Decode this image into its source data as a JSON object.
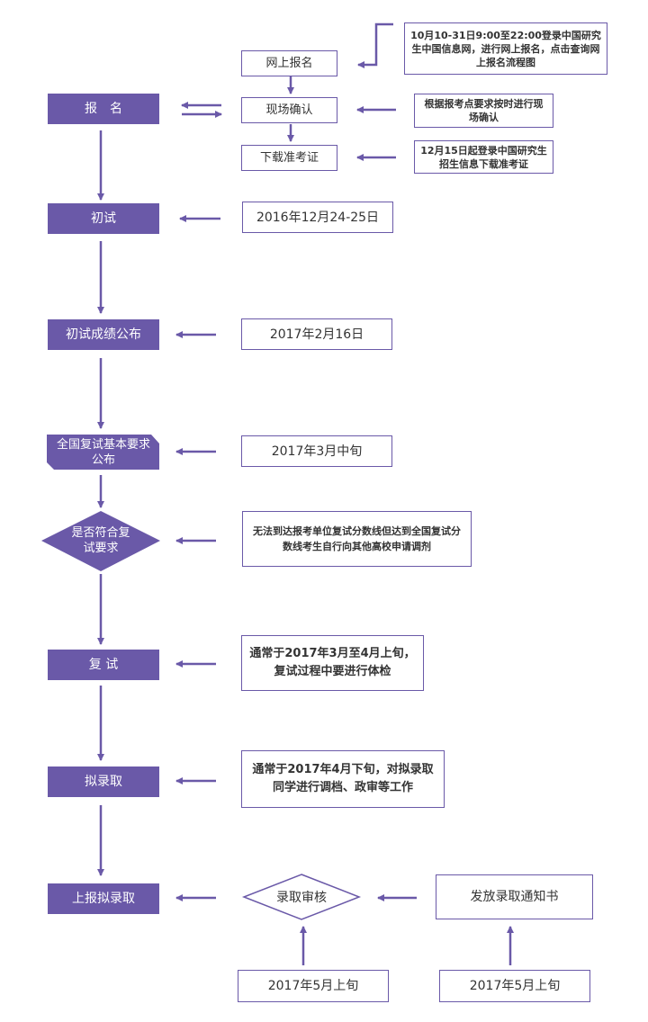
{
  "colors": {
    "main": "#6a59a8",
    "border": "#6a59a8",
    "text": "#333333"
  },
  "main_steps": {
    "registration": "报　名",
    "first_exam": "初试",
    "first_results": "初试成绩公布",
    "retest_requirements": "全国复试基本要求公布",
    "eligibility": "是否符合复试要求",
    "retest": "复 试",
    "pre_admission": "拟录取",
    "report_admission": "上报拟录取"
  },
  "registration_steps": {
    "online": "网上报名",
    "onsite": "现场确认",
    "ticket": "下载准考证"
  },
  "notes": {
    "online": "10月10-31日9:00至22:00登录中国研究生中国信息网，进行网上报名，点击查询网上报名流程图",
    "onsite": "根据报考点要求按时进行现场确认",
    "ticket": "12月15日起登录中国研究生招生信息下载准考证",
    "first_exam_date": "2016年12月24-25日",
    "results_date": "2017年2月16日",
    "requirements_date": "2017年3月中旬",
    "eligibility": "无法到达报考单位复试分数线但达到全国复试分数线考生自行向其他高校申请调剂",
    "retest": "通常于2017年3月至4月上旬，复试过程中要进行体检",
    "pre_admission": "通常于2017年4月下旬，对拟录取同学进行调档、政审等工作",
    "admission_review": "录取审核",
    "issue_notice": "发放录取通知书",
    "review_date": "2017年5月上旬",
    "notice_date": "2017年5月上旬"
  }
}
